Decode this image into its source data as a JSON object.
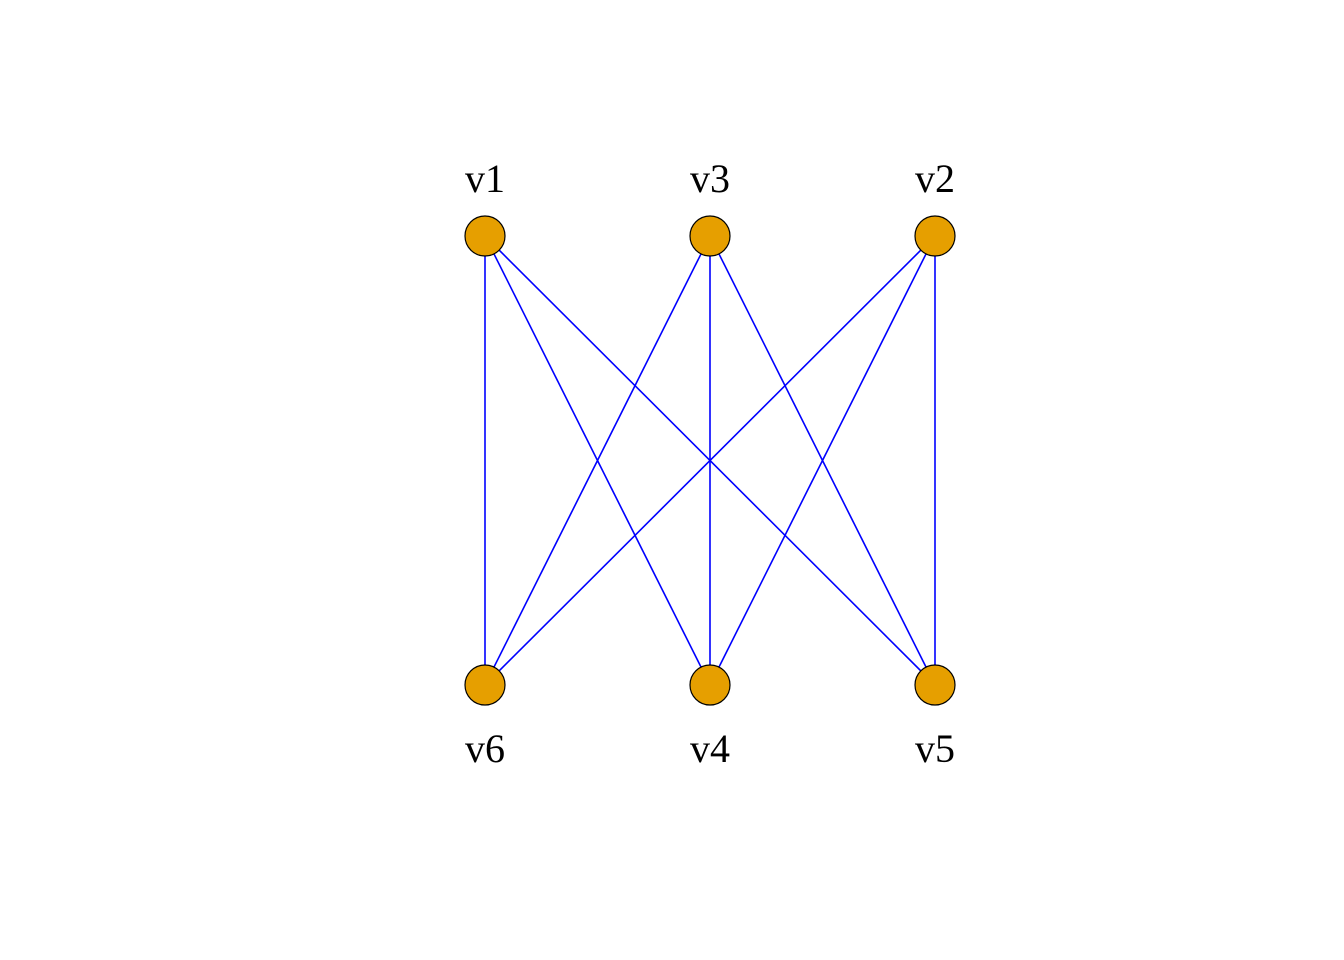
{
  "graph": {
    "node_color": "#E69F00",
    "node_stroke": "#000000",
    "edge_color": "#0000FF",
    "nodes": [
      {
        "id": "v1",
        "label": "v1"
      },
      {
        "id": "v3",
        "label": "v3"
      },
      {
        "id": "v2",
        "label": "v2"
      },
      {
        "id": "v6",
        "label": "v6"
      },
      {
        "id": "v4",
        "label": "v4"
      },
      {
        "id": "v5",
        "label": "v5"
      }
    ],
    "edges": [
      [
        "v1",
        "v6"
      ],
      [
        "v1",
        "v4"
      ],
      [
        "v1",
        "v5"
      ],
      [
        "v3",
        "v6"
      ],
      [
        "v3",
        "v4"
      ],
      [
        "v3",
        "v5"
      ],
      [
        "v2",
        "v6"
      ],
      [
        "v2",
        "v4"
      ],
      [
        "v2",
        "v5"
      ]
    ]
  }
}
